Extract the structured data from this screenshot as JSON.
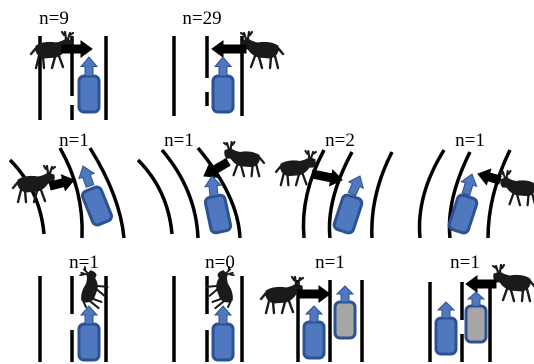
{
  "scenarios": [
    {
      "row": 1,
      "label": "n=9",
      "road": "straight",
      "vehicle_direction": "up",
      "moose_direction": "right",
      "moose_pose": "walking",
      "extra_vehicle": false
    },
    {
      "row": 1,
      "label": "n=29",
      "road": "straight",
      "vehicle_direction": "up",
      "moose_direction": "left",
      "moose_pose": "walking",
      "extra_vehicle": false
    },
    {
      "row": 2,
      "label": "n=1",
      "road": "curve-right",
      "vehicle_direction": "up-left",
      "moose_direction": "right",
      "moose_pose": "walking",
      "extra_vehicle": false
    },
    {
      "row": 2,
      "label": "n=1",
      "road": "curve-right",
      "vehicle_direction": "up-left",
      "moose_direction": "left",
      "moose_pose": "walking",
      "extra_vehicle": false
    },
    {
      "row": 2,
      "label": "n=2",
      "road": "curve-left",
      "vehicle_direction": "up-right",
      "moose_direction": "right",
      "moose_pose": "walking",
      "extra_vehicle": false
    },
    {
      "row": 2,
      "label": "n=1",
      "road": "curve-left",
      "vehicle_direction": "up-right",
      "moose_direction": "left",
      "moose_pose": "walking",
      "extra_vehicle": false
    },
    {
      "row": 3,
      "label": "n=1",
      "road": "straight",
      "vehicle_direction": "up",
      "moose_direction": "none",
      "moose_pose": "standing-in-lane",
      "extra_vehicle": false
    },
    {
      "row": 3,
      "label": "n=0",
      "road": "straight",
      "vehicle_direction": "up",
      "moose_direction": "none",
      "moose_pose": "standing-in-lane",
      "extra_vehicle": false
    },
    {
      "row": 3,
      "label": "n=1",
      "road": "straight",
      "vehicle_direction": "up",
      "moose_direction": "right",
      "moose_pose": "walking",
      "extra_vehicle": true
    },
    {
      "row": 3,
      "label": "n=1",
      "road": "straight",
      "vehicle_direction": "up",
      "moose_direction": "left",
      "moose_pose": "walking",
      "extra_vehicle": true
    }
  ],
  "colors": {
    "vehicle_fill": "#4f78be",
    "vehicle_outline": "#2c5294",
    "vehicle_arrow": "#4f78be",
    "other_vehicle_fill": "#a6a6a6",
    "road_line": "#000000",
    "moose": "#1a1a1a",
    "moose_arrow": "#000000"
  },
  "icons": [
    "moose-icon",
    "movement-arrow-icon",
    "car-icon",
    "direction-arrow-icon"
  ]
}
